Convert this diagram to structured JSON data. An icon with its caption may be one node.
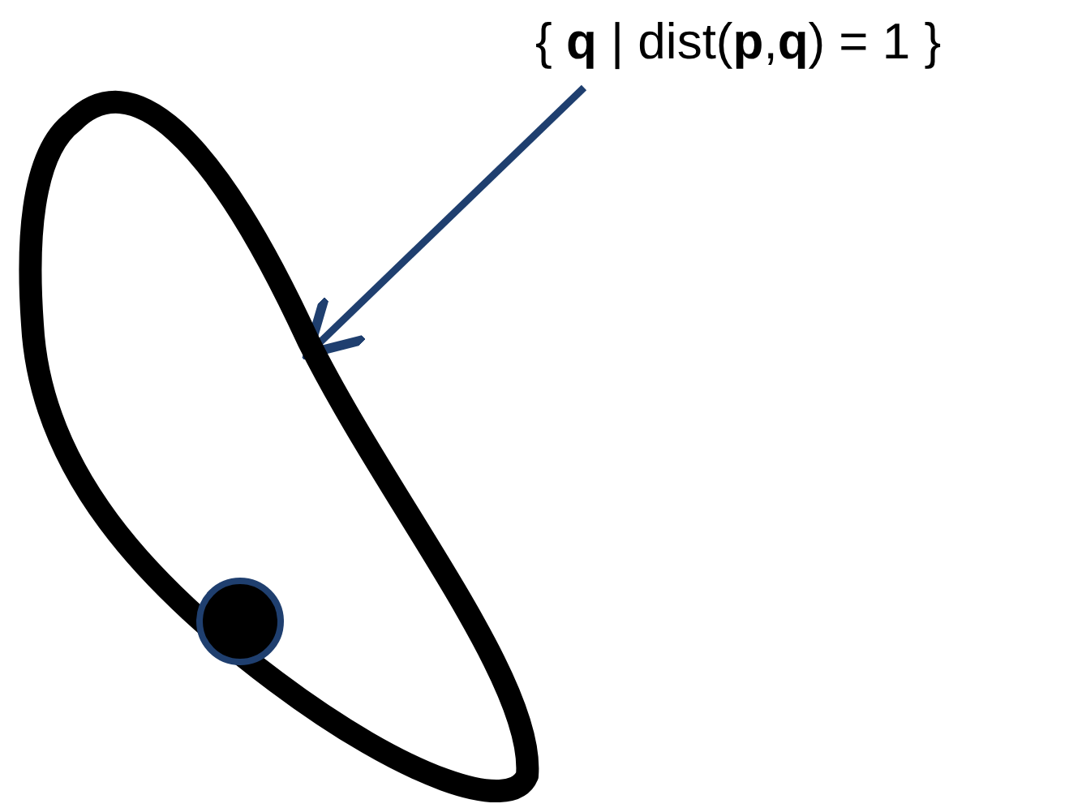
{
  "diagram": {
    "nodes": [
      {
        "text": [
          "{ **q** | dist(**p**,**q**) = 1 }"
        ]
      },
      {
        "text": [],
        "shape": "curve"
      }
    ],
    "edges": [
      {
        "from": 0,
        "to": 1,
        "arrow": "to",
        "color": "#1f3f6f"
      }
    ]
  }
}
